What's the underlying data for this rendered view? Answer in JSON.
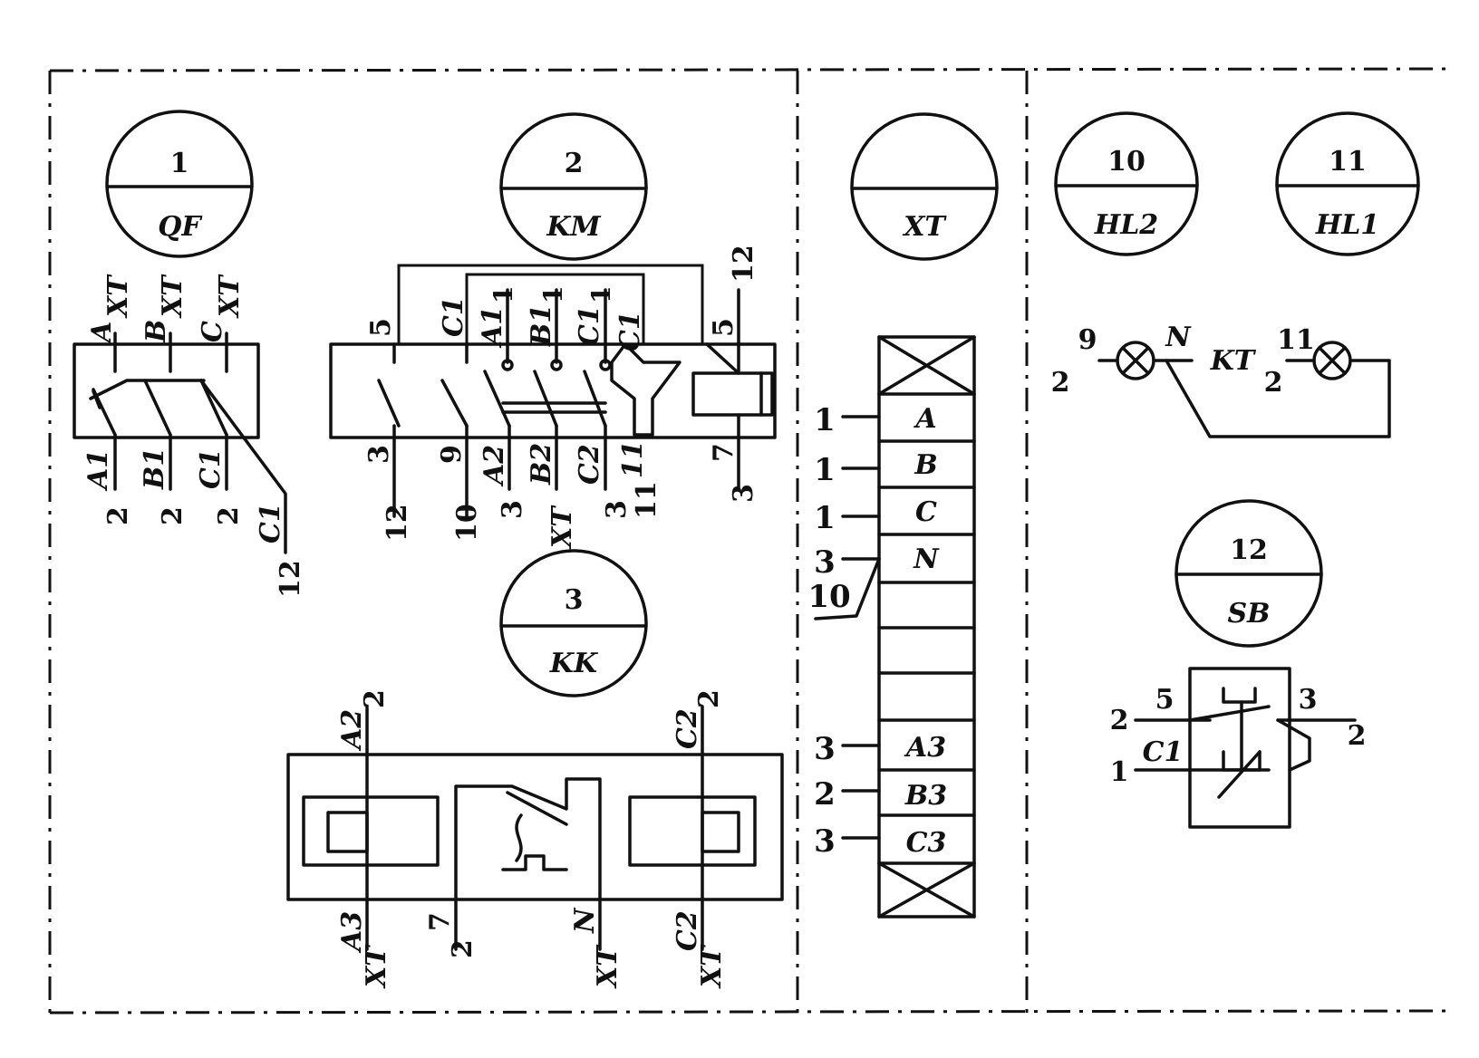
{
  "symbols": {
    "qf": {
      "num": "1",
      "code": "QF"
    },
    "km": {
      "num": "2",
      "code": "KM"
    },
    "kk": {
      "num": "3",
      "code": "KK"
    },
    "xt": {
      "num": "",
      "code": "XT"
    },
    "hl2": {
      "num": "10",
      "code": "HL2"
    },
    "hl1": {
      "num": "11",
      "code": "HL1"
    },
    "sb": {
      "num": "12",
      "code": "SB"
    }
  },
  "qf": {
    "top": [
      "A",
      "XT",
      "B",
      "XT",
      "C",
      "XT"
    ],
    "bottom": [
      "A1",
      "2",
      "B1",
      "2",
      "C1",
      "2",
      "C1",
      "12"
    ]
  },
  "km": {
    "top": [
      "5",
      "C1",
      "A1",
      "1",
      "B1",
      "1",
      "C1",
      "1",
      "C1",
      "5",
      "12"
    ],
    "bottom": [
      "3",
      "12",
      "9",
      "10",
      "A2",
      "3",
      "B2",
      "XT",
      "C2",
      "3",
      "11",
      "11",
      "7",
      "3"
    ]
  },
  "kk": {
    "top": [
      "A2",
      "2",
      "C2",
      "2"
    ],
    "bottom": [
      "A3",
      "XT",
      "7",
      "2",
      "N",
      "XT",
      "C2",
      "XT"
    ]
  },
  "terminal": {
    "cells": [
      "A",
      "B",
      "C",
      "N",
      "",
      "",
      "",
      "A3",
      "B3",
      "C3"
    ],
    "wires": [
      "1",
      "1",
      "1",
      "3",
      "10",
      "3",
      "2",
      "3"
    ]
  },
  "lamps": {
    "labels": [
      "9",
      "2",
      "N",
      "KT",
      "11",
      "2"
    ]
  },
  "button": {
    "labels": [
      "2",
      "5",
      "C1",
      "1",
      "3",
      "2"
    ]
  }
}
